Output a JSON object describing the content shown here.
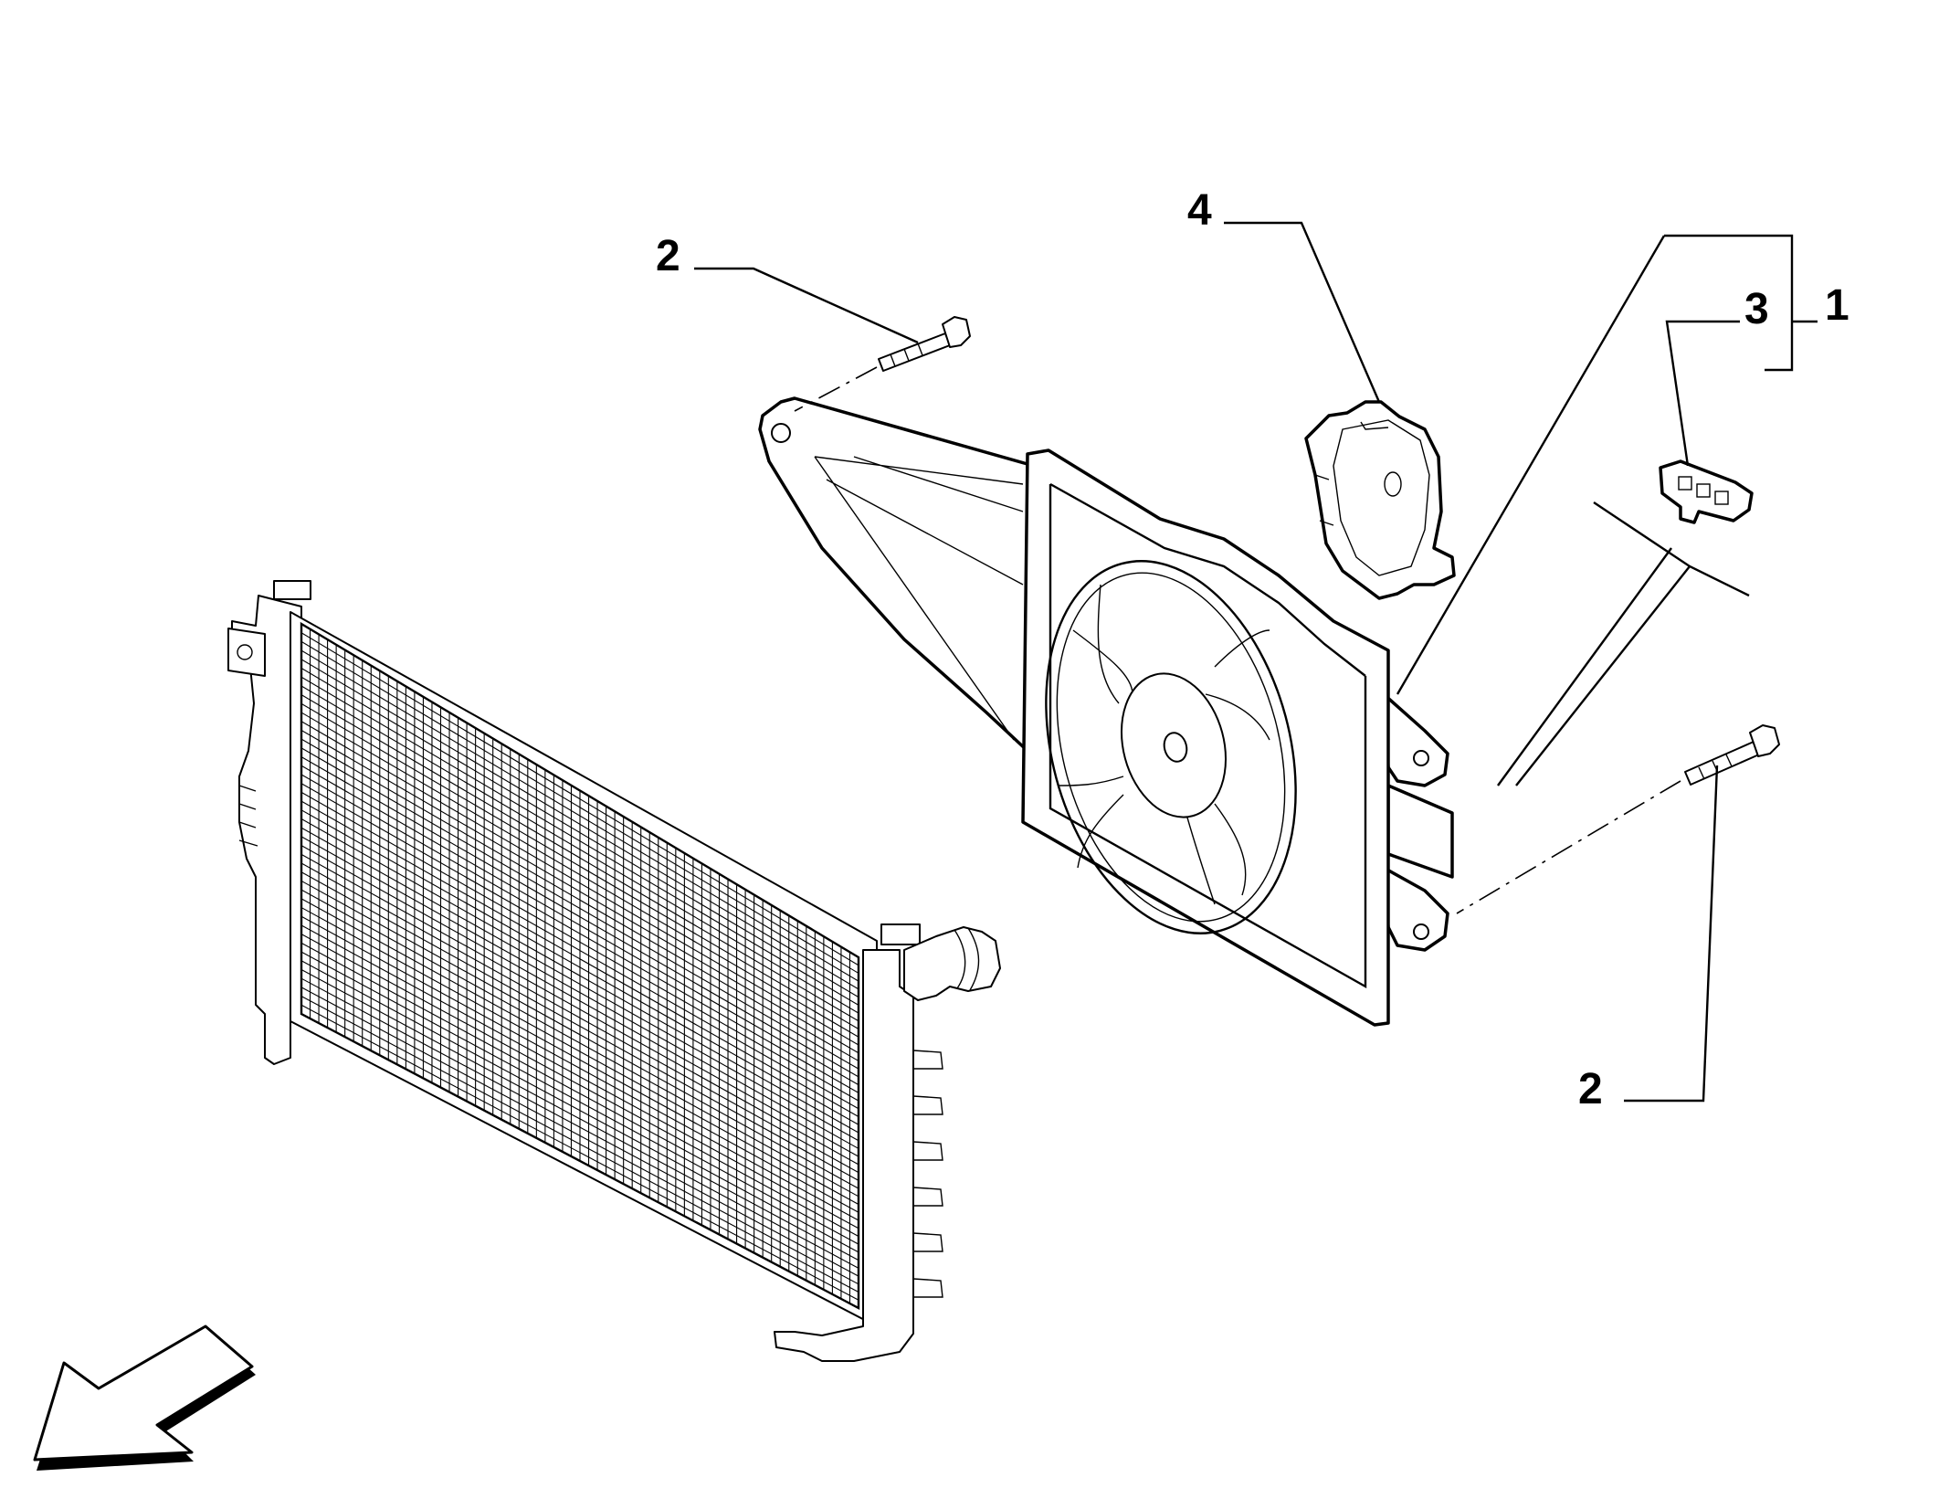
{
  "callouts": [
    {
      "id": "bolt-upper",
      "text": "2"
    },
    {
      "id": "fan-cover",
      "text": "4"
    },
    {
      "id": "resistor",
      "text": "3"
    },
    {
      "id": "fan-assembly",
      "text": "1"
    },
    {
      "id": "bolt-lower",
      "text": "2"
    }
  ],
  "colors": {
    "line": "#000000",
    "background": "#ffffff"
  },
  "icons": [
    "front-direction-arrow-icon"
  ]
}
